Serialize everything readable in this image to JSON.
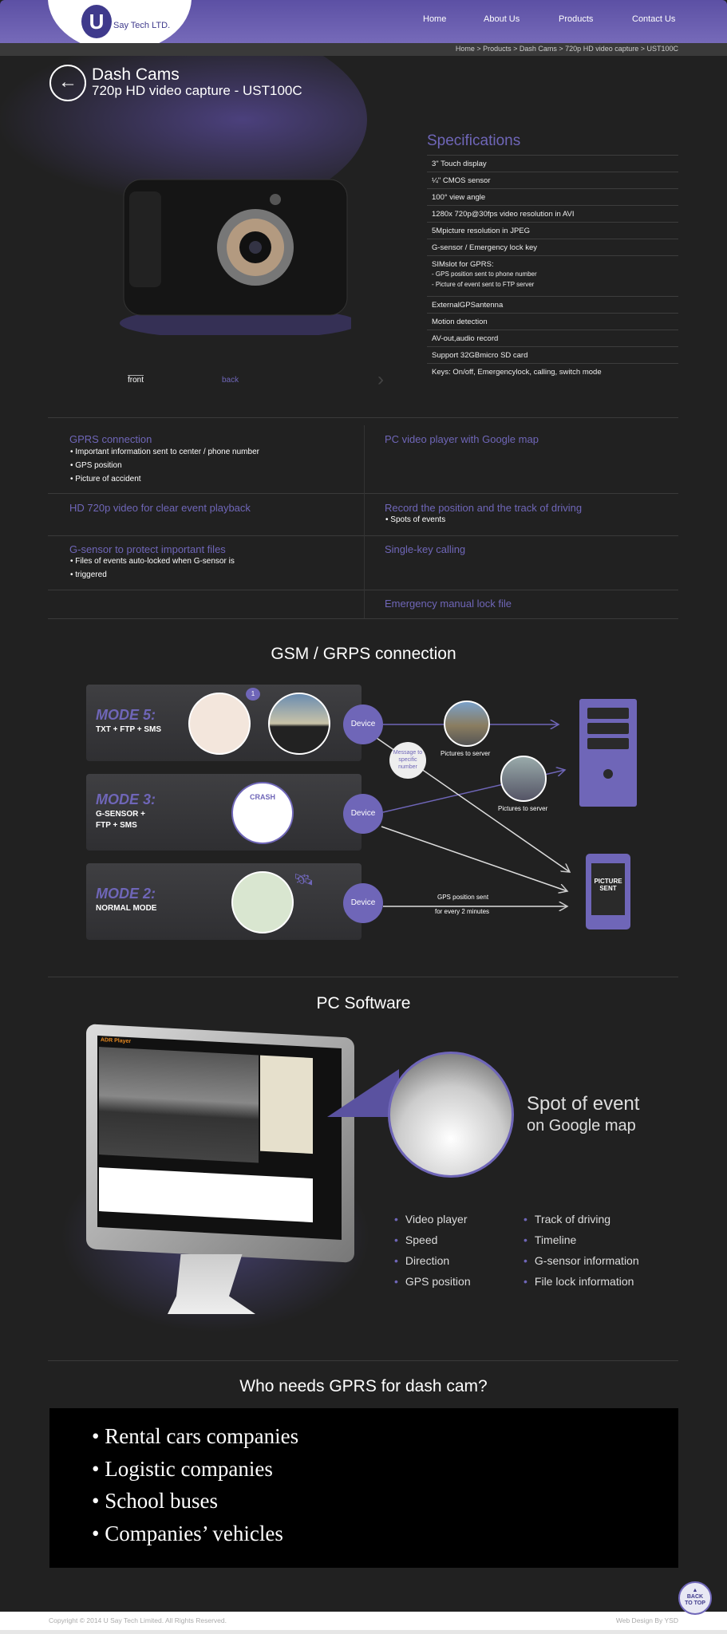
{
  "header": {
    "logo_text": "Say Tech LTD.",
    "logo_letter": "U",
    "nav": [
      "Home",
      "About Us",
      "Products",
      "Contact Us"
    ]
  },
  "breadcrumb": "Home > Products > Dash Cams > 720p HD video capture > UST100C",
  "page": {
    "title": "Dash Cams",
    "subtitle": "720p HD video capture - UST100C"
  },
  "gallery": {
    "front": "front",
    "back": "back"
  },
  "specs": {
    "title": "Specifications",
    "items": [
      "3\" Touch display",
      "¼\" CMOS sensor",
      "100° view angle",
      "1280x 720p@30fps video resolution in AVI",
      "5Mpicture resolution in JPEG",
      "G-sensor / Emergency lock key"
    ],
    "sim": {
      "label": "SIMslot for GPRS:",
      "sub": [
        "- GPS position sent to phone number",
        "- Picture of event sent to FTP server"
      ]
    },
    "items2": [
      "ExternalGPSantenna",
      "Motion detection",
      "AV-out,audio record",
      "Support 32GBmicro SD card",
      "Keys: On/off, Emergencylock, calling, switch mode"
    ]
  },
  "features": [
    {
      "title": "GPRS connection",
      "items": [
        "Important information sent to center / phone number",
        "GPS position",
        "Picture of accident"
      ]
    },
    {
      "title": "PC video player with Google map"
    },
    {
      "title": "HD 720p video for clear event playback"
    },
    {
      "title": "Record the position and the track of driving",
      "items": [
        "Spots of events"
      ]
    },
    {
      "title": "G-sensor to protect important files",
      "items": [
        "Files of events auto-locked when G-sensor is",
        "triggered"
      ]
    },
    {
      "title": "Single-key calling"
    },
    {
      "title": "Emergency manual lock file"
    }
  ],
  "gsm": {
    "title": "GSM / GRPS connection",
    "modes": [
      {
        "name": "MODE 5:",
        "desc": "TXT + FTP + SMS"
      },
      {
        "name": "MODE 3:",
        "desc": "G-SENSOR +\nFTP + SMS"
      },
      {
        "name": "MODE 2:",
        "desc": "NORMAL MODE"
      }
    ],
    "device": "Device",
    "badge": "1",
    "crash": "CRASH",
    "message": "Message to specific number",
    "pictures": "Pictures to server",
    "gps1": "GPS position sent",
    "gps2": "for every 2 minutes",
    "phone": "PICTURE SENT"
  },
  "pc": {
    "title": "PC Software",
    "spot1": "Spot of event",
    "spot2": "on Google map",
    "col1": [
      "Video player",
      "Speed",
      "Direction",
      "GPS position"
    ],
    "col2": [
      "Track of driving",
      "Timeline",
      "G-sensor information",
      "File lock information"
    ],
    "app": "ADR Player"
  },
  "who": {
    "title": "Who needs GPRS for dash cam?",
    "items": [
      "Rental cars companies",
      "Logistic companies",
      "School buses",
      "Companies’ vehicles"
    ]
  },
  "back_to_top": [
    "BACK",
    "TO TOP"
  ],
  "footer": {
    "copyright": "Copyright © 2014 U Say Tech Limited. All Rights Reserved.",
    "credit": "Web Design By YSD"
  }
}
